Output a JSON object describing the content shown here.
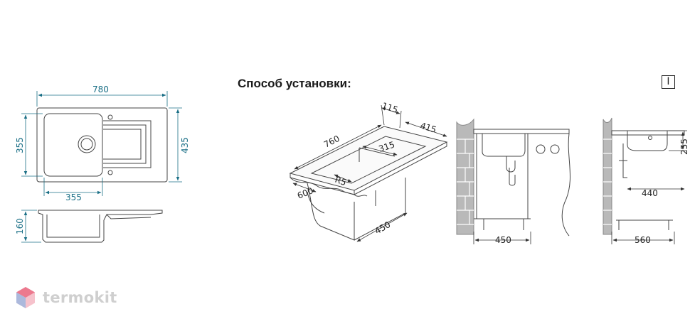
{
  "title": "Способ установки:",
  "mount_type_symbol": "I",
  "brand": {
    "name": "termokit",
    "logo_color": "#e8607a"
  },
  "colors": {
    "dimension": "#1a6f86",
    "drawing": "#444444",
    "brick": "#b9b9b9"
  },
  "top_view": {
    "width": "780",
    "depth": "435",
    "bowl_depth": "355",
    "bowl_width": "355"
  },
  "side_view": {
    "height": "160"
  },
  "cabinet_3d": {
    "d115": "115",
    "d760": "760",
    "d415": "415",
    "d315": "315",
    "radius": "R5",
    "d600": "600",
    "d450": "450"
  },
  "section_front": {
    "cabinet_width": "450"
  },
  "section_side": {
    "height": "255",
    "depth": "440",
    "cabinet_depth": "560"
  }
}
